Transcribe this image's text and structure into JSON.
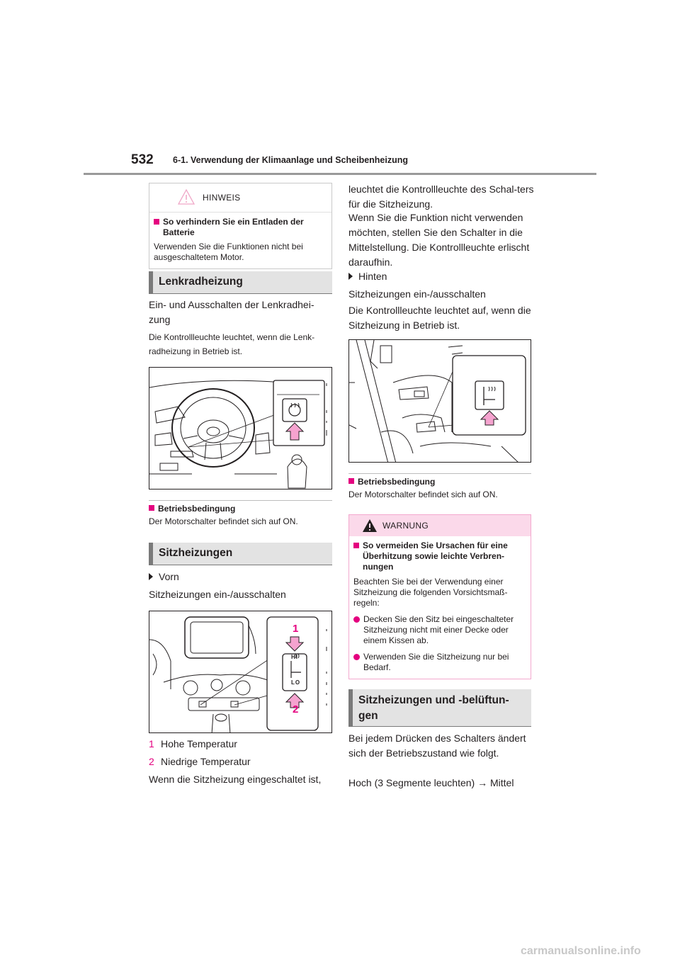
{
  "header": {
    "page_number": "532",
    "chapter": "6-1. Verwendung der Klimaanlage und Scheibenheizung"
  },
  "left": {
    "hinweis": {
      "label": "HINWEIS",
      "title": "So verhindern Sie ein Entladen der Batterie",
      "text": "Verwenden Sie die Funktionen nicht bei ausgeschaltetem Motor."
    },
    "lenkrad": {
      "heading": "Lenkradheizung",
      "p1": "Ein- und Ausschalten der Lenkradhei-zung",
      "p2": "Die Kontrollleuchte leuchtet, wenn die Lenk-radheizung in Betrieb ist.",
      "cond_title": "Betriebsbedingung",
      "cond_text": "Der Motorschalter befindet sich auf ON."
    },
    "sitz": {
      "heading": "Sitzheizungen",
      "bullet": "Vorn",
      "p1": "Sitzheizungen ein-/ausschalten",
      "callout1": "1",
      "callout2": "2",
      "hi": "HI",
      "lo": "LO",
      "item1_num": "1",
      "item1_text": "Hohe Temperatur",
      "item2_num": "2",
      "item2_text": "Niedrige Temperatur",
      "p2": "Wenn die Sitzheizung eingeschaltet ist,"
    }
  },
  "right": {
    "p1": "leuchtet die Kontrollleuchte des Schal-ters für die Sitzheizung.",
    "p2": "Wenn Sie die Funktion nicht verwenden möchten, stellen Sie den Schalter in die Mittelstellung. Die Kontrollleuchte erlischt daraufhin.",
    "bullet": "Hinten",
    "p3": "Sitzheizungen ein-/ausschalten",
    "p4": "Die Kontrollleuchte leuchtet auf, wenn die Sitzheizung in Betrieb ist.",
    "cond_title": "Betriebsbedingung",
    "cond_text": "Der Motorschalter befindet sich auf ON.",
    "warnung": {
      "label": "WARNUNG",
      "title": "So vermeiden Sie Ursachen für eine Überhitzung sowie leichte Verbren-nungen",
      "text": "Beachten Sie bei der Verwendung einer Sitzheizung die folgenden Vorsichtsmaß-regeln:",
      "item1": "Decken Sie den Sitz bei eingeschalteter Sitzheizung nicht mit einer Decke oder einem Kissen ab.",
      "item2": "Verwenden Sie die Sitzheizung nur bei Bedarf."
    },
    "sec2": {
      "heading": "Sitzheizungen und -belüftun-gen",
      "p1": "Bei jedem Drücken des Schalters ändert sich der Betriebszustand wie folgt.",
      "p2": "Hoch (3 Segmente leuchten) → Mittel"
    }
  },
  "footer": {
    "watermark": "carmanualsonline.info"
  },
  "colors": {
    "accent": "#e4007f",
    "heading_bg": "#e3e3e3",
    "warning_bg": "#fbd9ea",
    "arrow": "#f5a3cf"
  }
}
